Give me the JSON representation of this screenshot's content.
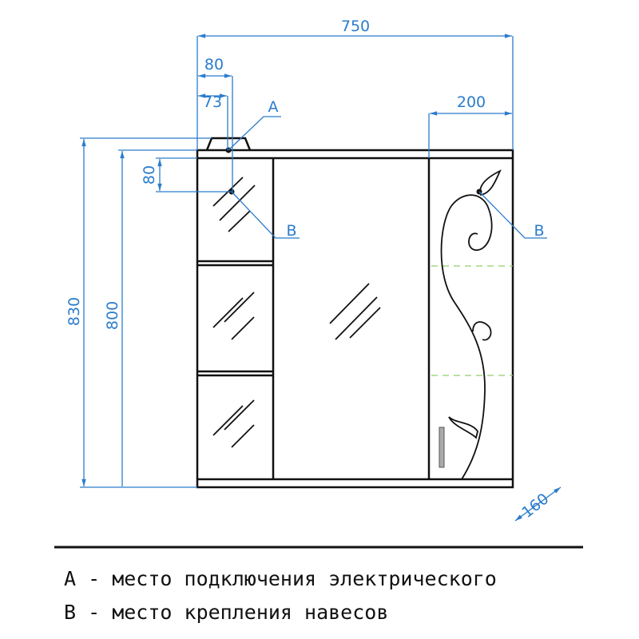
{
  "dimensions": {
    "total_width": "750",
    "lamp_offset": "80",
    "lamp_point": "73",
    "right_door_width": "200",
    "total_height": "830",
    "body_height": "800",
    "mount_drop": "80",
    "depth": "160"
  },
  "markers": {
    "a": "A",
    "b_left": "B",
    "b_right": "B"
  },
  "legend": [
    "A - место подключения электрического",
    "B - место крепления навесов"
  ],
  "colors": {
    "dimension": "#2b7ccc",
    "outline": "#111111",
    "fold_line": "#8fcf6a"
  }
}
